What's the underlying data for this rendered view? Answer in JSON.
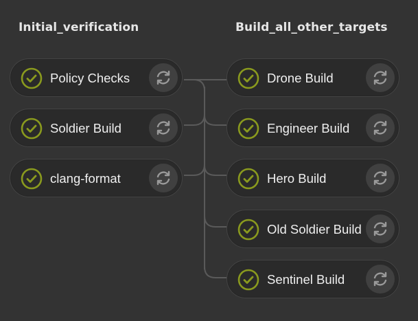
{
  "stages": [
    {
      "title": "Initial_verification",
      "jobs": [
        {
          "name": "Policy Checks",
          "status": "passed"
        },
        {
          "name": "Soldier Build",
          "status": "passed"
        },
        {
          "name": "clang-format",
          "status": "passed"
        }
      ]
    },
    {
      "title": "Build_all_other_targets",
      "jobs": [
        {
          "name": "Drone Build",
          "status": "passed"
        },
        {
          "name": "Engineer Build",
          "status": "passed"
        },
        {
          "name": "Hero Build",
          "status": "passed"
        },
        {
          "name": "Old Soldier Build",
          "status": "passed"
        },
        {
          "name": "Sentinel Build",
          "status": "passed"
        }
      ]
    }
  ],
  "colors": {
    "background": "#333333",
    "job_bg": "#2a2a2a",
    "success": "#8a9a1e",
    "connector": "#5a5a5a",
    "retry_bg": "#404040",
    "retry_icon": "#9a9a9a"
  },
  "icons": {
    "status": "check-circle-icon",
    "retry": "retry-icon"
  }
}
